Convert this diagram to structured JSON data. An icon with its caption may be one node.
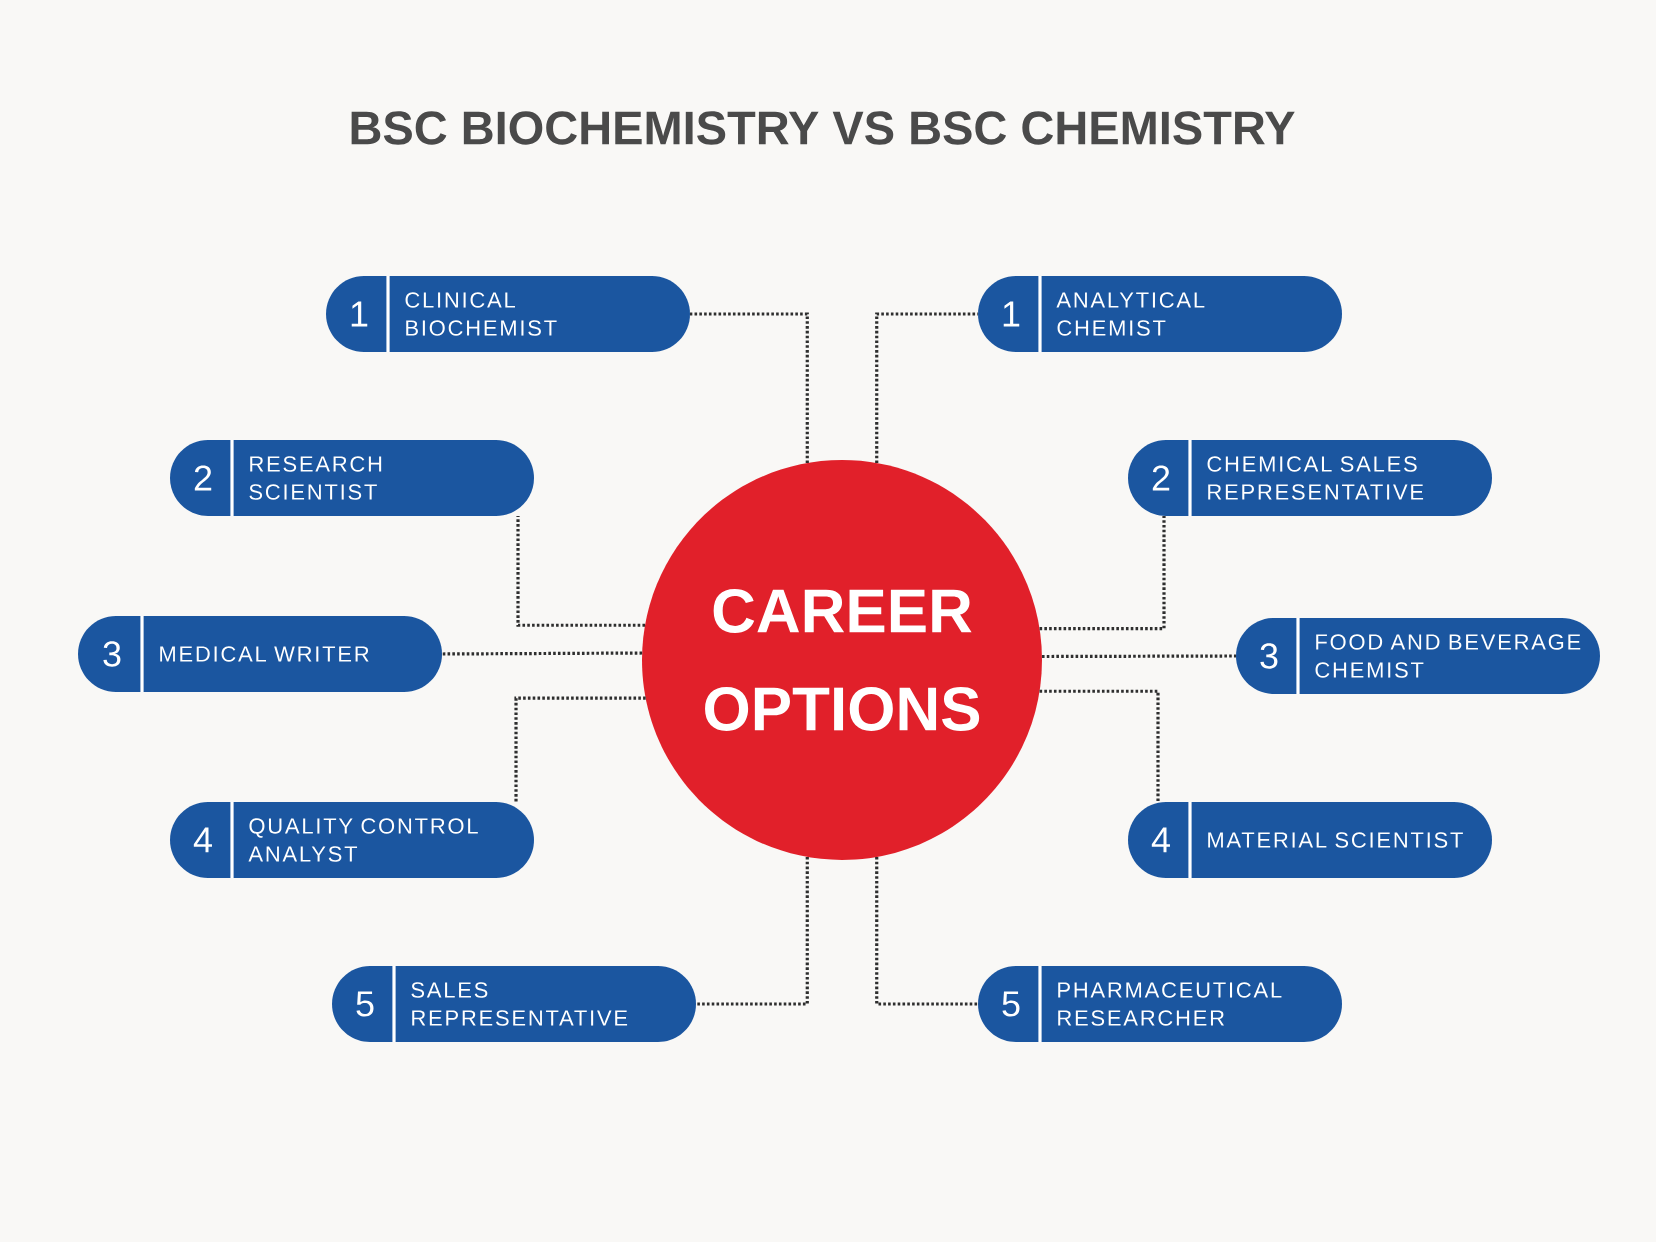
{
  "diagram": {
    "title": "BSC BIOCHEMISTRY VS BSC CHEMISTRY",
    "nodes": [
      {
        "text": [
          "CAREER OPTIONS"
        ]
      },
      {
        "text": [
          "1",
          "CLINICAL BIOCHEMIST"
        ]
      },
      {
        "text": [
          "2",
          "RESEARCH SCIENTIST"
        ]
      },
      {
        "text": [
          "3",
          "MEDICAL WRITER"
        ]
      },
      {
        "text": [
          "4",
          "QUALITY CONTROL ANALYST"
        ]
      },
      {
        "text": [
          "5",
          "SALES REPRESENTATIVE"
        ]
      },
      {
        "text": [
          "1",
          "ANALYTICAL CHEMIST"
        ]
      },
      {
        "text": [
          "2",
          "CHEMICAL SALES REPRESENTATIVE"
        ]
      },
      {
        "text": [
          "3",
          "FOOD AND BEVERAGE CHEMIST"
        ]
      },
      {
        "text": [
          "4",
          "MATERIAL SCIENTIST"
        ]
      },
      {
        "text": [
          "5",
          "PHARMACEUTICAL RESEARCHER"
        ]
      }
    ],
    "edges": [
      {
        "from": 0,
        "to": 1,
        "arrow": "none"
      },
      {
        "from": 0,
        "to": 2,
        "arrow": "none"
      },
      {
        "from": 0,
        "to": 3,
        "arrow": "none"
      },
      {
        "from": 0,
        "to": 4,
        "arrow": "none"
      },
      {
        "from": 0,
        "to": 5,
        "arrow": "none"
      },
      {
        "from": 0,
        "to": 6,
        "arrow": "none"
      },
      {
        "from": 0,
        "to": 7,
        "arrow": "none"
      },
      {
        "from": 0,
        "to": 8,
        "arrow": "none"
      },
      {
        "from": 0,
        "to": 9,
        "arrow": "none"
      },
      {
        "from": 0,
        "to": 10,
        "arrow": "none"
      }
    ]
  }
}
